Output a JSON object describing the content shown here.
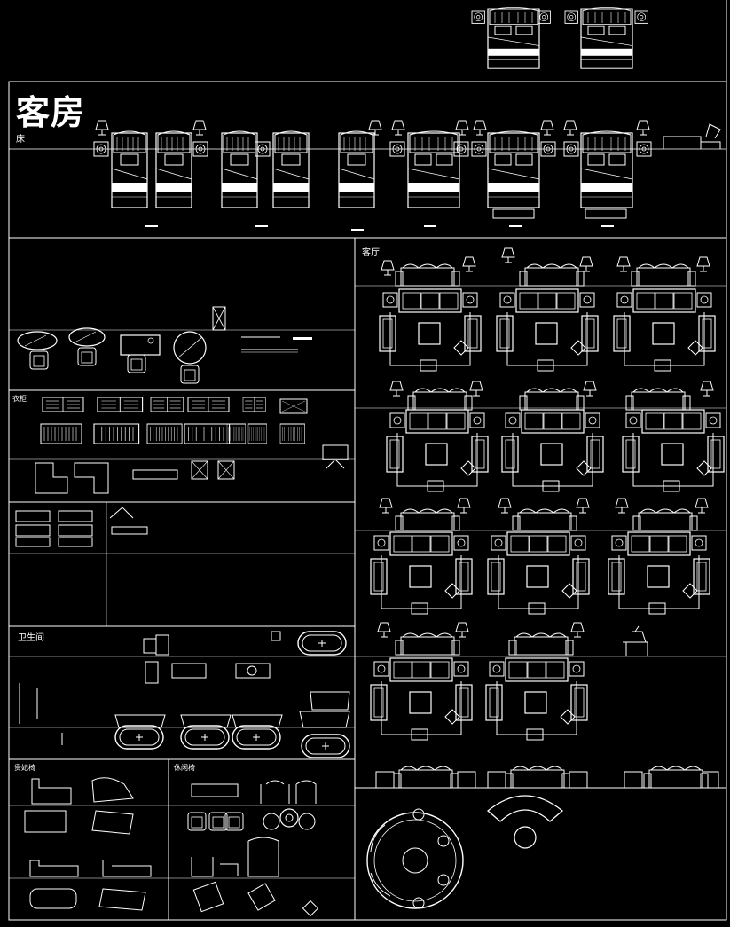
{
  "sheet": {
    "title": "客房",
    "labels": {
      "bed": "床",
      "living_room": "客厅",
      "wardrobe": "衣柜",
      "bathroom": "卫生间",
      "lounge_chair": "贵妃椅",
      "leisure": "休闲椅"
    }
  },
  "colors": {
    "background": "#000000",
    "line": "#ffffff"
  }
}
